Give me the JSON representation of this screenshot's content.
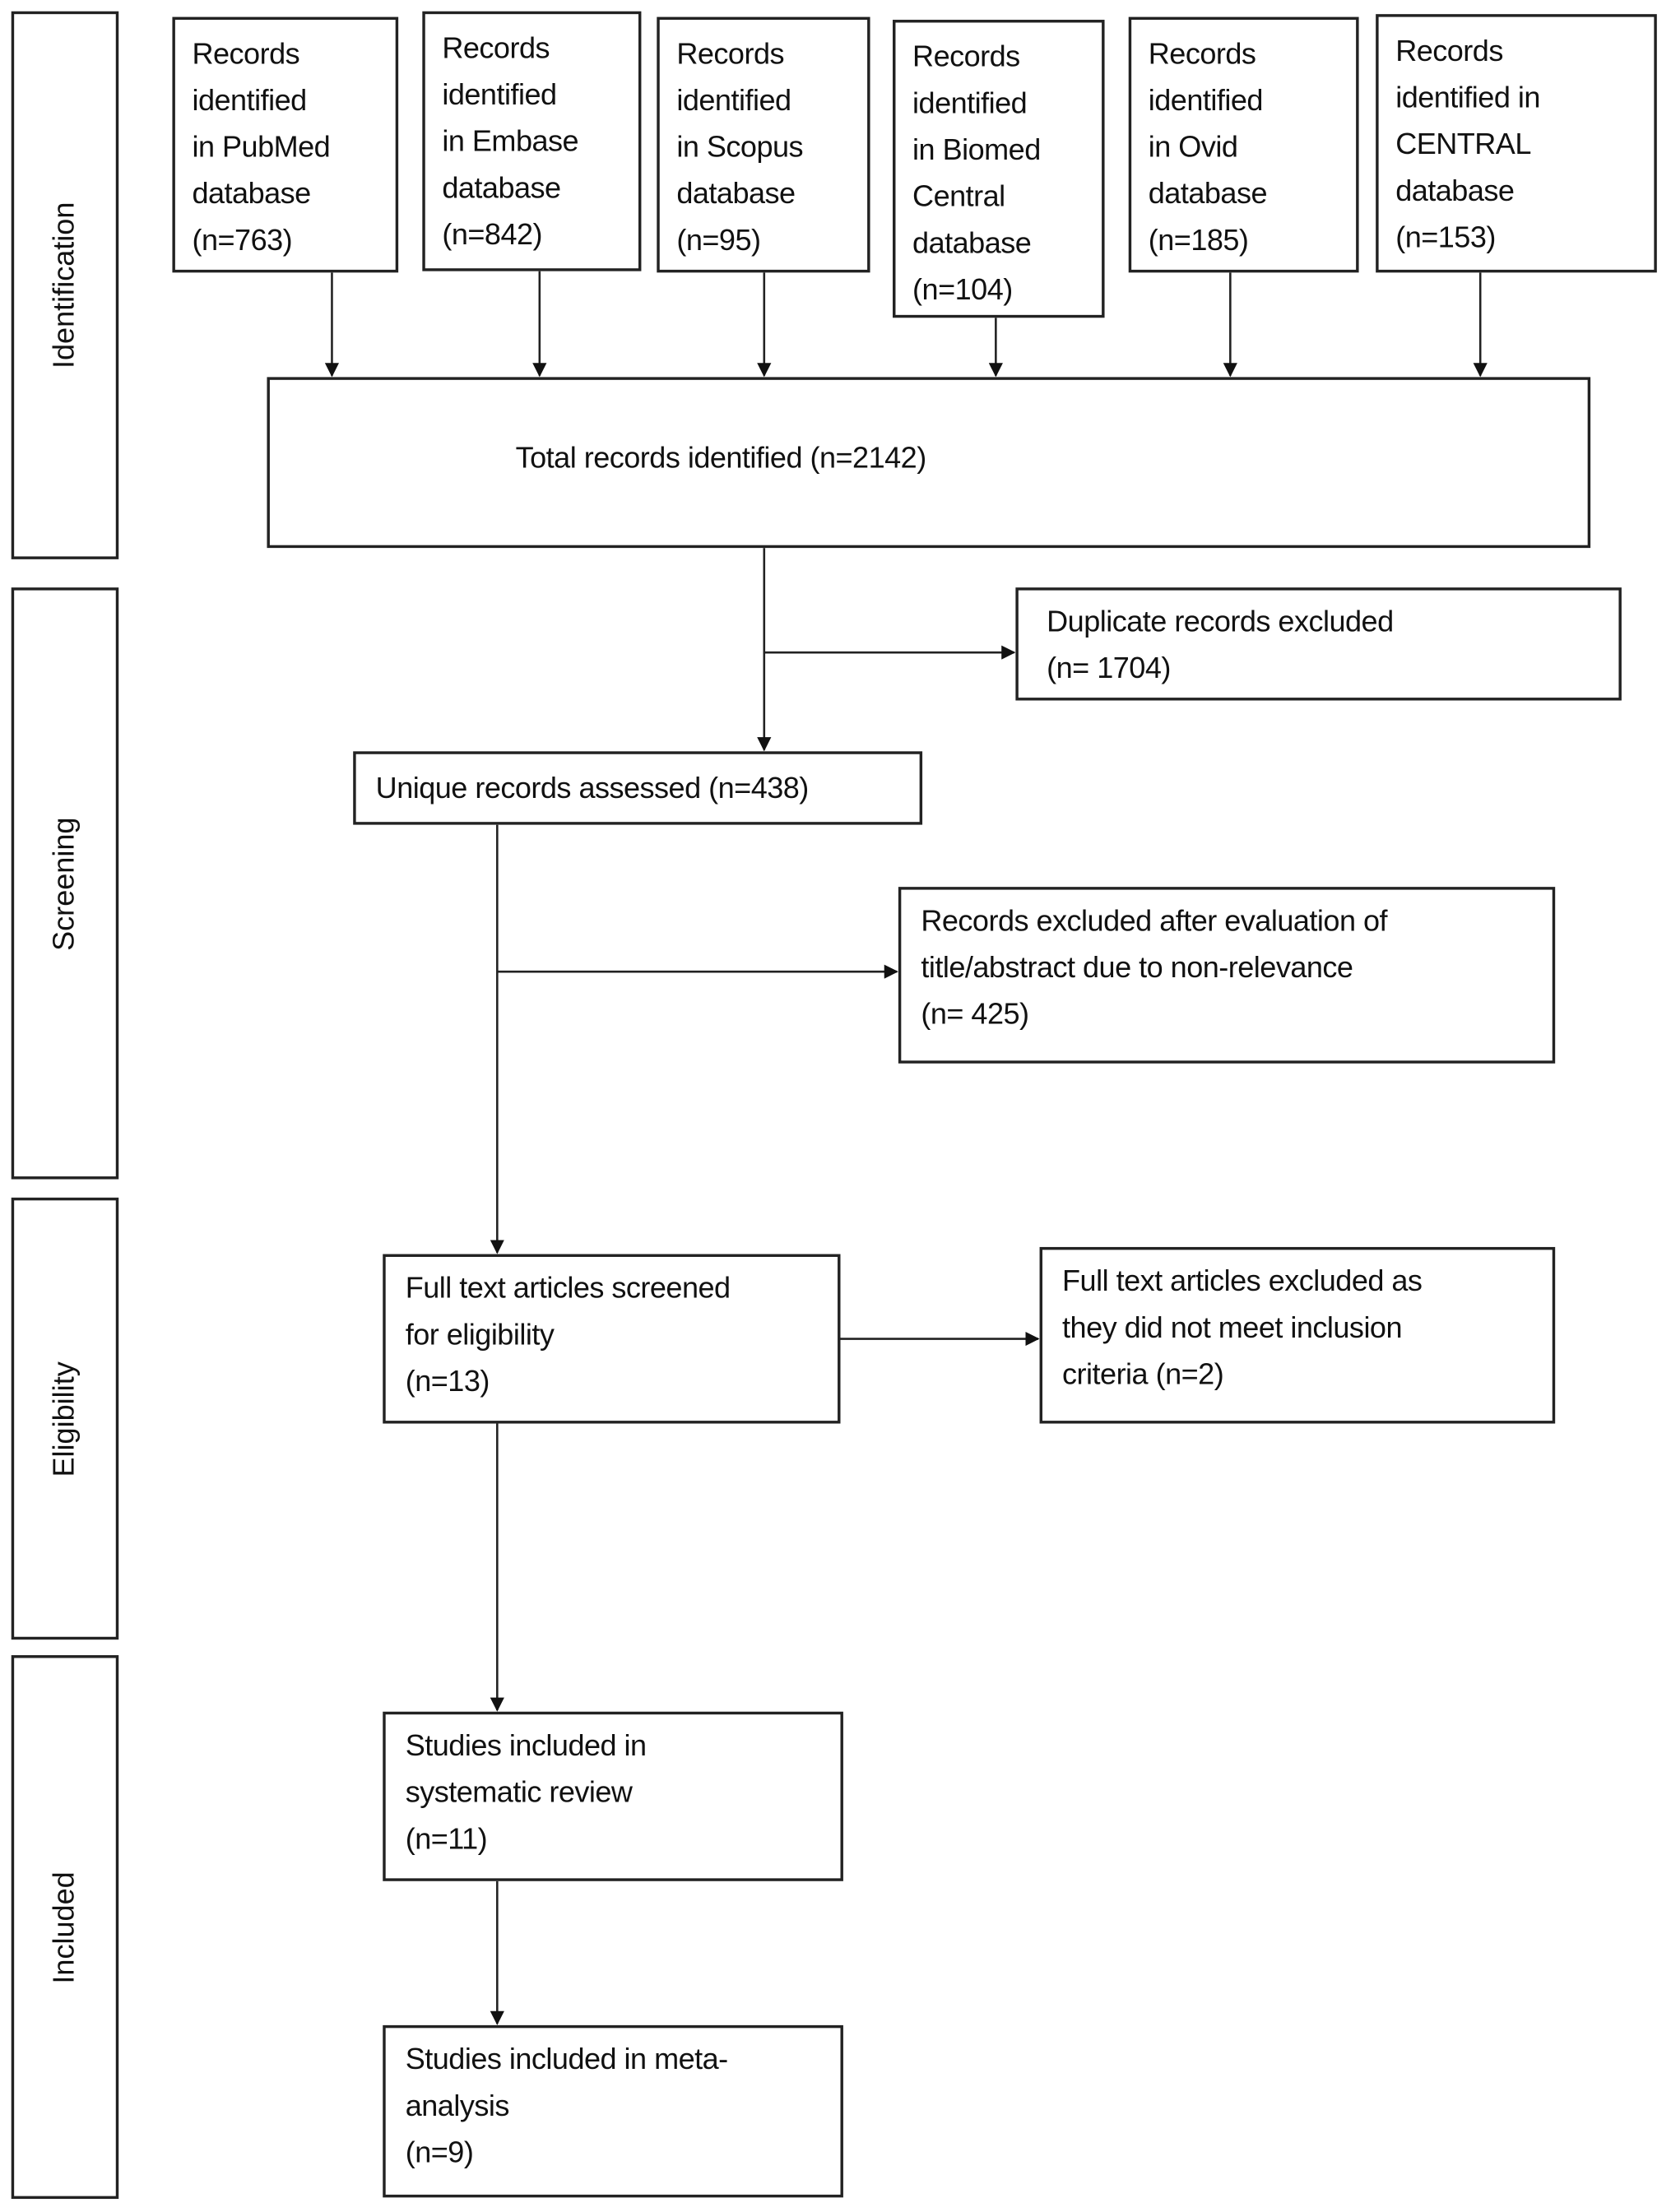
{
  "stages": {
    "identification": "Identification",
    "screening": "Screening",
    "eligibility": "Eligibility",
    "included": "Included"
  },
  "sources": [
    {
      "text": "Records\nidentified\nin PubMed\ndatabase\n(n=763)"
    },
    {
      "text": "Records\nidentified\nin Embase\ndatabase\n(n=842)"
    },
    {
      "text": "Records\nidentified\nin Scopus\ndatabase\n(n=95)"
    },
    {
      "text": "Records\nidentified\nin Biomed\nCentral\ndatabase\n(n=104)"
    },
    {
      "text": "Records\nidentified\nin Ovid\ndatabase\n(n=185)"
    },
    {
      "text": "Records\nidentified in\nCENTRAL\ndatabase\n(n=153)"
    }
  ],
  "total": "Total records identified (n=2142)",
  "duplicates": "Duplicate records excluded\n(n= 1704)",
  "unique": "Unique records assessed  (n=438)",
  "excluded_title": "Records excluded after evaluation of\ntitle/abstract due to non-relevance\n(n= 425)",
  "fulltext": "Full text articles screened\nfor eligibility\n(n=13)",
  "fulltext_excluded": "Full text articles excluded as\nthey did not meet inclusion\ncriteria (n=2)",
  "systematic": "Studies included in\nsystematic review\n(n=11)",
  "meta": "Studies included in meta-\nanalysis\n(n=9)"
}
